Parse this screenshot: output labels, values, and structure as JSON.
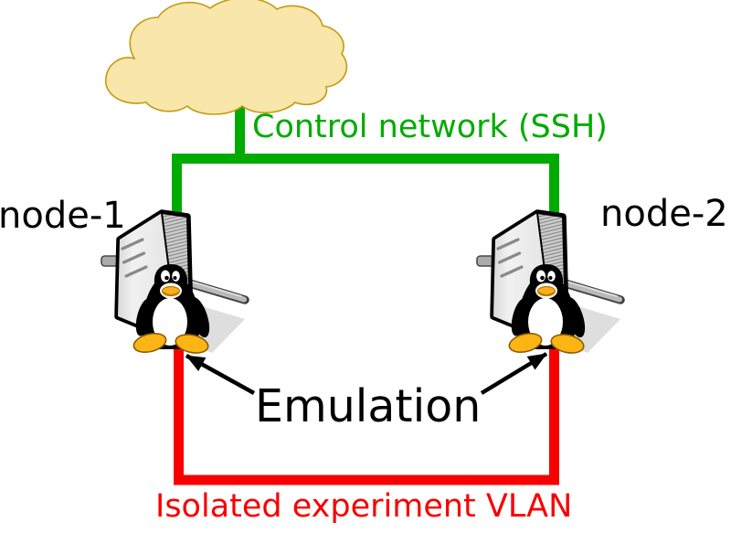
{
  "diagram": {
    "labels": {
      "node1": "node-1",
      "node2": "node-2",
      "control_network": "Control network (SSH)",
      "emulation": "Emulation",
      "isolated_vlan": "Isolated experiment VLAN"
    },
    "colors": {
      "control_network_green": "#00AB00",
      "experiment_vlan_red": "#F80000",
      "cloud_fill": "#F9E6AB",
      "cloud_outline": "#C49A0E",
      "tux_gold": "#FCB514",
      "server_gray": "#E9E9E9",
      "text_black": "#000000"
    },
    "nodes": [
      {
        "label": "node-1",
        "icon": "linux-server-tux-icon"
      },
      {
        "label": "node-2",
        "icon": "linux-server-tux-icon"
      }
    ],
    "connections": [
      {
        "label": "Control network (SSH)",
        "color_hex": "#00AB00",
        "connects": [
          "internet-cloud",
          "node-1",
          "node-2"
        ]
      },
      {
        "label": "Isolated experiment VLAN",
        "color_hex": "#F80000",
        "connects": [
          "node-1",
          "node-2"
        ]
      }
    ],
    "annotations": [
      {
        "label": "Emulation",
        "points_to": [
          "node-1",
          "node-2"
        ]
      }
    ]
  }
}
